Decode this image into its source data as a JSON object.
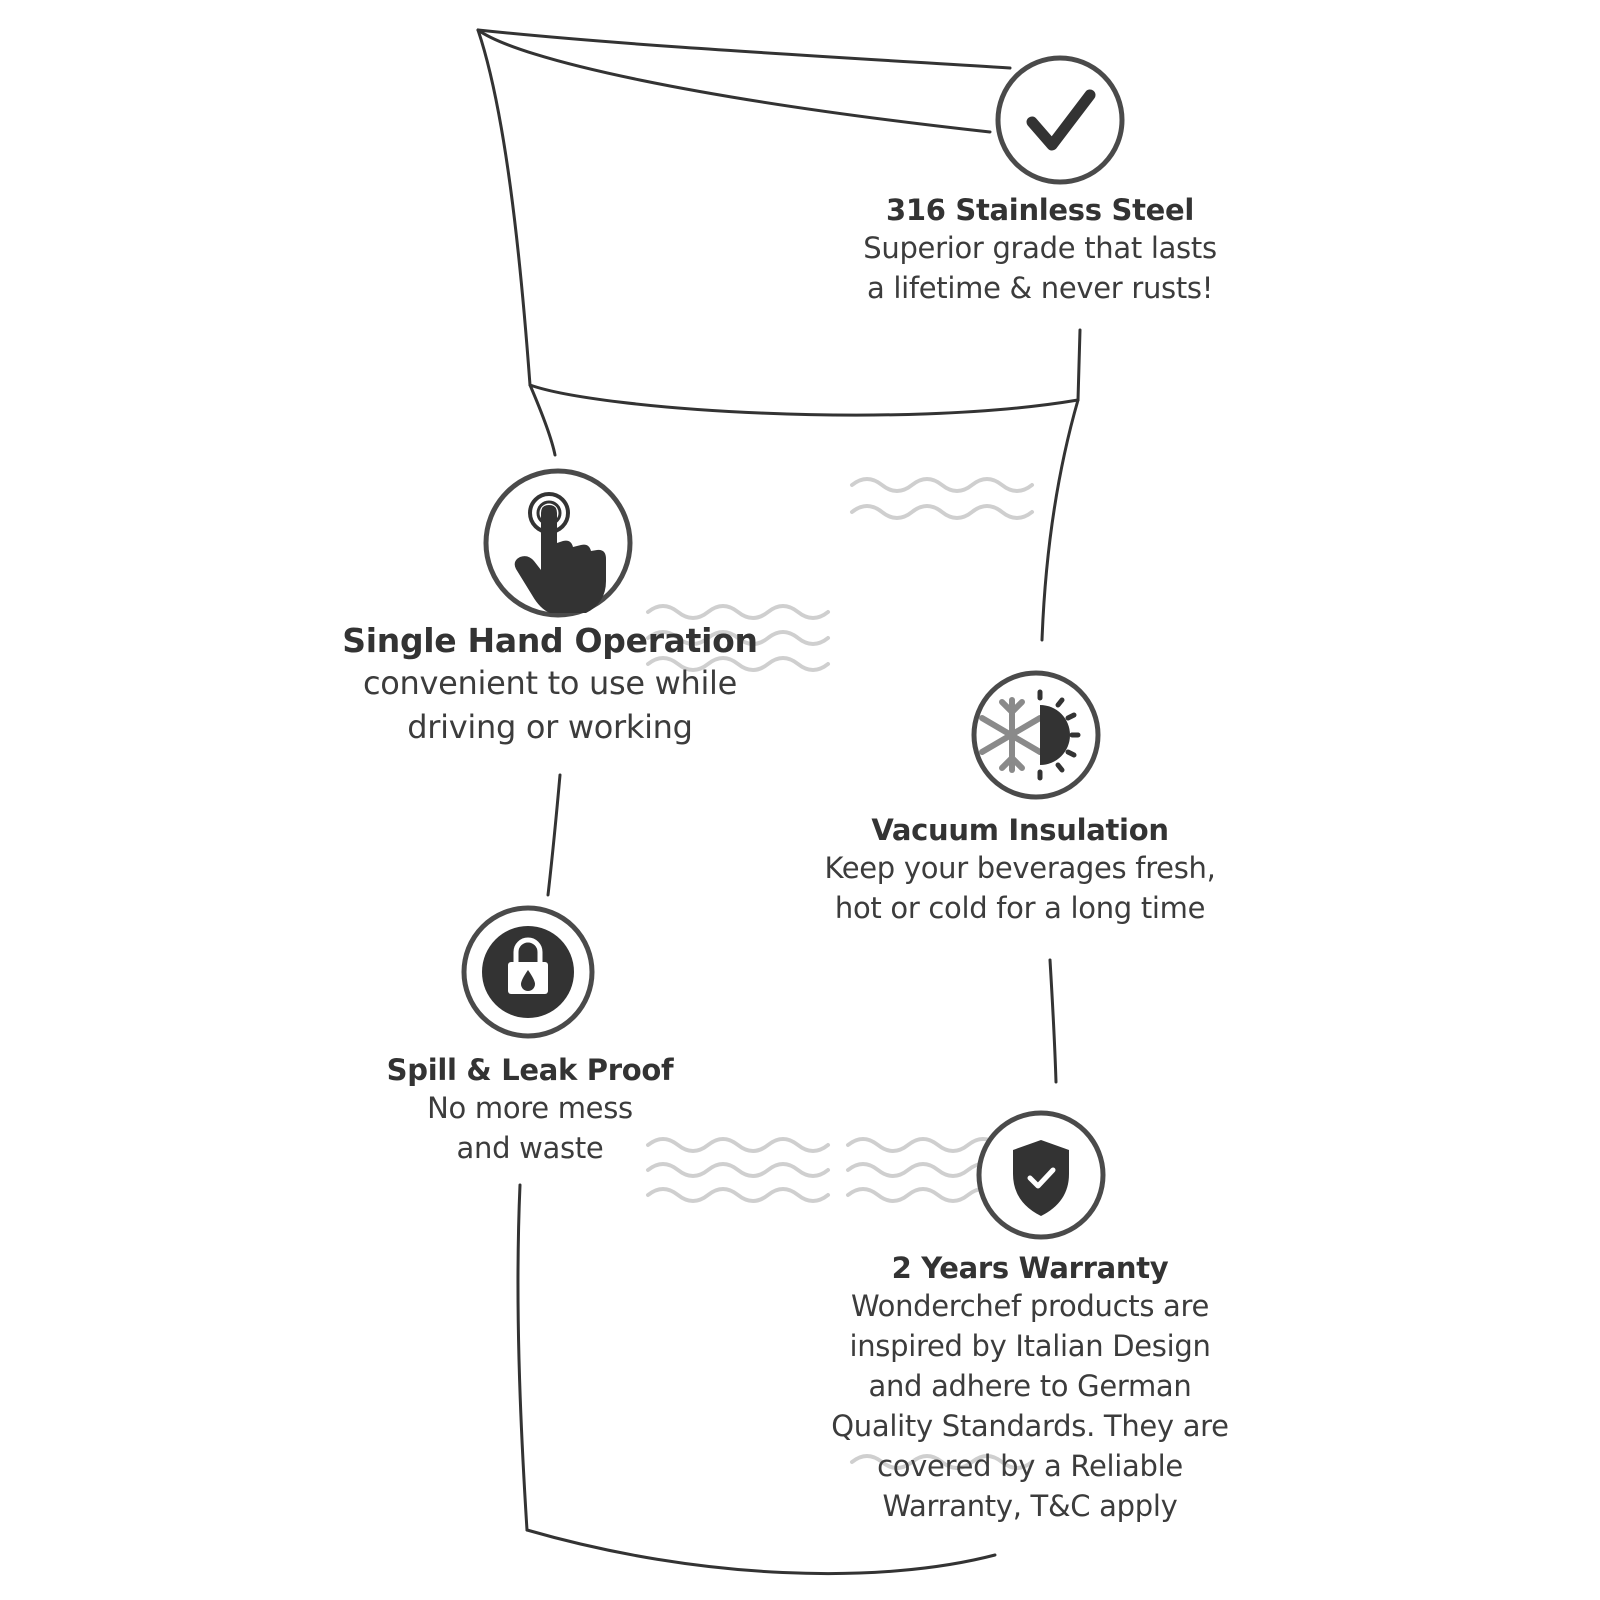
{
  "features": {
    "steel": {
      "icon": "checkmark-icon",
      "title": "316 Stainless Steel",
      "lines": [
        "Superior grade that lasts",
        "a lifetime & never rusts!"
      ]
    },
    "hand": {
      "icon": "tap-hand-icon",
      "title": "Single Hand Operation",
      "lines": [
        "convenient to use while",
        "driving or working"
      ]
    },
    "vacuum": {
      "icon": "hot-cold-icon",
      "title": "Vacuum Insulation",
      "lines": [
        "Keep your beverages fresh,",
        "hot or cold for a long time"
      ]
    },
    "spill": {
      "icon": "lock-drop-icon",
      "title": "Spill & Leak Proof",
      "lines": [
        "No more mess",
        "and waste"
      ]
    },
    "warranty": {
      "icon": "shield-check-icon",
      "title": "2 Years Warranty",
      "lines": [
        "Wonderchef products are",
        "inspired by Italian Design",
        "and adhere to German",
        "Quality Standards. They are",
        "covered by a Reliable",
        "Warranty, T&C apply"
      ]
    }
  },
  "colors": {
    "ink": "#333333",
    "wave": "#cfcfcf",
    "ring": "#4a4a4a"
  }
}
